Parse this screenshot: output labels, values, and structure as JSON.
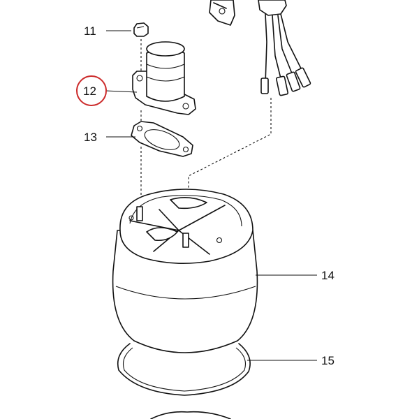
{
  "callouts": [
    {
      "number": "11",
      "part": "nut"
    },
    {
      "number": "12",
      "part": "outlet-elbow",
      "highlighted": true
    },
    {
      "number": "13",
      "part": "gasket"
    },
    {
      "number": "14",
      "part": "motor-housing"
    },
    {
      "number": "15",
      "part": "o-ring"
    }
  ],
  "colors": {
    "line": "#111111",
    "highlight_circle": "#cc2a2a",
    "background": "#ffffff"
  }
}
